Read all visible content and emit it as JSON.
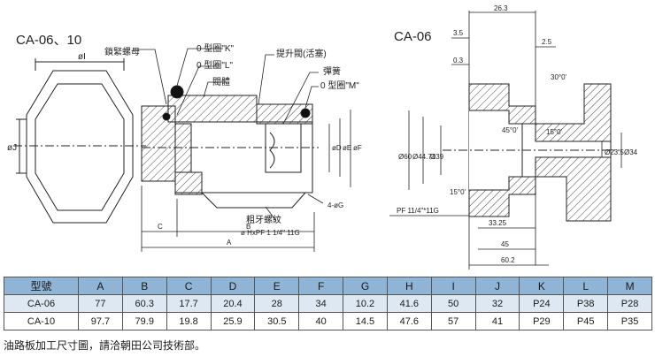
{
  "left_view": {
    "title": "CA-06、10",
    "parts": {
      "lock_nut": "鎖緊螺母",
      "oring_k": "0 型圈\"K\"",
      "oring_l": "0 型圈\"L\"",
      "valve_body": "閥體",
      "poppet": "提升閥(活塞)",
      "spring": "彈簧",
      "oring_m": "0 型圈\"M\"",
      "coarse_thread": "粗牙螺紋",
      "thread_spec": "ø HxPF 1 1/4\" 11G",
      "holes": "4-øG"
    },
    "dims": {
      "i": "øI",
      "j": "øJ",
      "d": "øD",
      "e": "øE",
      "f": "øF",
      "a": "A",
      "b": "B",
      "c": "C"
    }
  },
  "right_view": {
    "title": "CA-06",
    "dims": [
      "26.3",
      "3.5",
      "2.5",
      "0.3",
      "30°0'",
      "45°0'",
      "15°0'",
      "15°0'",
      "Ø60",
      "Ø44.71",
      "Ø39",
      "Ø23.5",
      "Ø34",
      "PF 11/4\"*11G",
      "33.25",
      "45",
      "60.2"
    ]
  },
  "table": {
    "headers": [
      "型號",
      "A",
      "B",
      "C",
      "D",
      "E",
      "F",
      "G",
      "H",
      "I",
      "J",
      "K",
      "L",
      "M"
    ],
    "rows": [
      [
        "CA-06",
        "77",
        "60.3",
        "17.7",
        "20.4",
        "28",
        "34",
        "10.2",
        "41.6",
        "50",
        "32",
        "P24",
        "P38",
        "P28"
      ],
      [
        "CA-10",
        "97.7",
        "79.9",
        "19.8",
        "25.9",
        "30.5",
        "40",
        "14.5",
        "47.6",
        "57",
        "41",
        "P29",
        "P45",
        "P35"
      ]
    ]
  },
  "footnote": "油路板加工尺寸圖，請洽朝田公司技術部。"
}
